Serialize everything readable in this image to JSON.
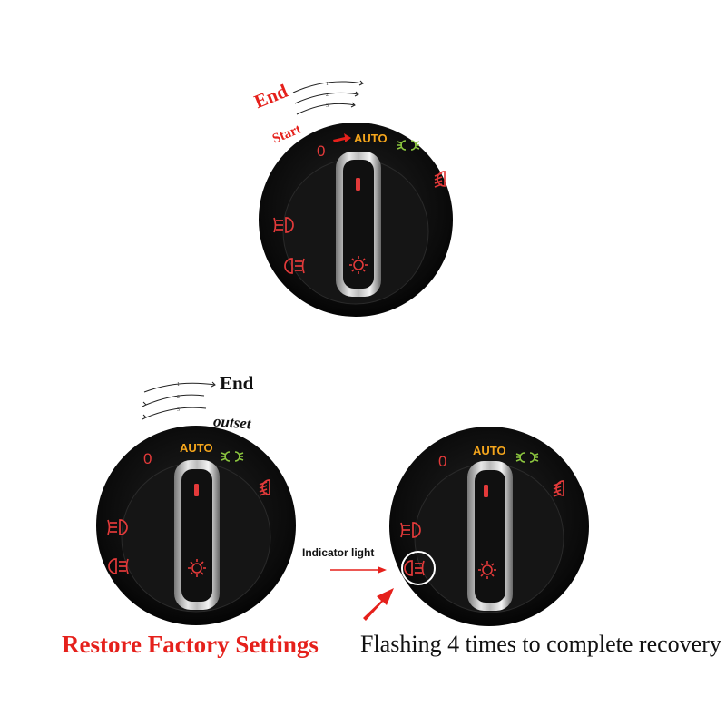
{
  "knobs": [
    {
      "id": "top",
      "zero": "0",
      "auto": "AUTO",
      "start_label": "Start",
      "end_label": "End",
      "arc_numbers": [
        "1",
        "2",
        "3"
      ]
    },
    {
      "id": "bottom-left",
      "zero": "0",
      "auto": "AUTO",
      "end_label": "End",
      "outset_label": "outset",
      "arc_numbers": [
        "1",
        "2",
        "3"
      ]
    },
    {
      "id": "bottom-right",
      "zero": "0",
      "auto": "AUTO",
      "indicator_label": "Indicator light"
    }
  ],
  "captions": {
    "left": "Restore Factory Settings",
    "right": "Flashing 4 times to complete recovery"
  },
  "colors": {
    "red_text": "#e5201b",
    "auto_orange": "#f4a51c",
    "green_icon": "#8cc63f",
    "red_icon": "#e33a3a",
    "knob_body": "#0d0d0d"
  },
  "icons": [
    "front-fog-light-icon",
    "rear-fog-light-icon",
    "parking-light-icon",
    "low-beam-icon",
    "interior-light-icon"
  ]
}
